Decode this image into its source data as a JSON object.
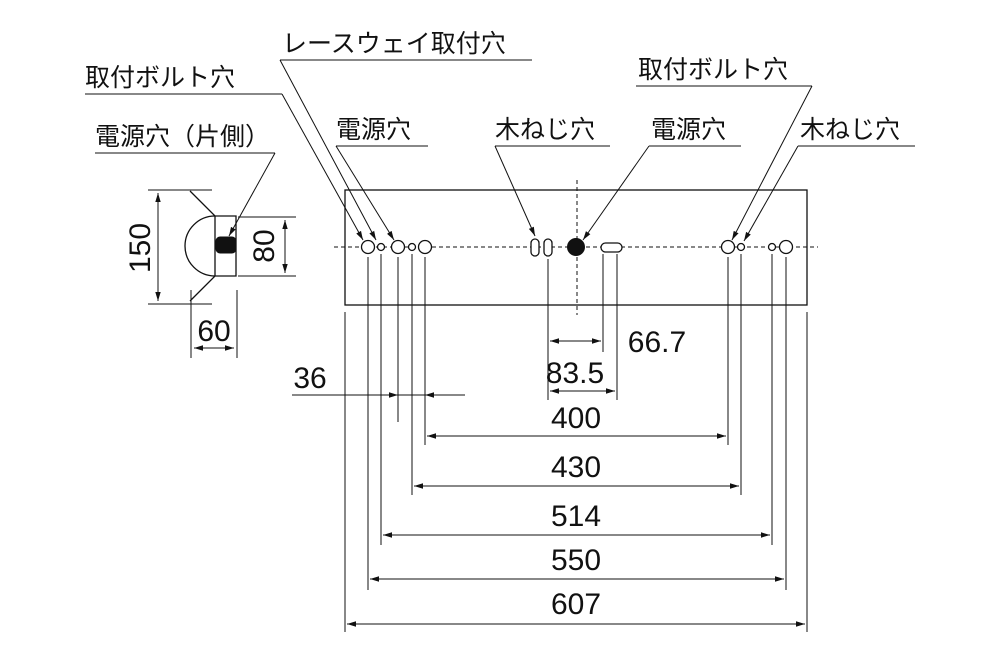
{
  "labels": {
    "raceway_hole": "レースウェイ取付穴",
    "bolt_hole_left": "取付ボルト穴",
    "power_hole_side": "電源穴（片側）",
    "power_hole_left": "電源穴",
    "wood_screw_left": "木ねじ穴",
    "power_hole_center": "電源穴",
    "bolt_hole_right": "取付ボルト穴",
    "wood_screw_right": "木ねじ穴"
  },
  "dimensions": {
    "side_height": "150",
    "side_inner_height": "80",
    "side_width": "60",
    "offset_36": "36",
    "center_66_7": "66.7",
    "center_83_5": "83.5",
    "span_400": "400",
    "span_430": "430",
    "span_514": "514",
    "span_550": "550",
    "overall_607": "607"
  }
}
